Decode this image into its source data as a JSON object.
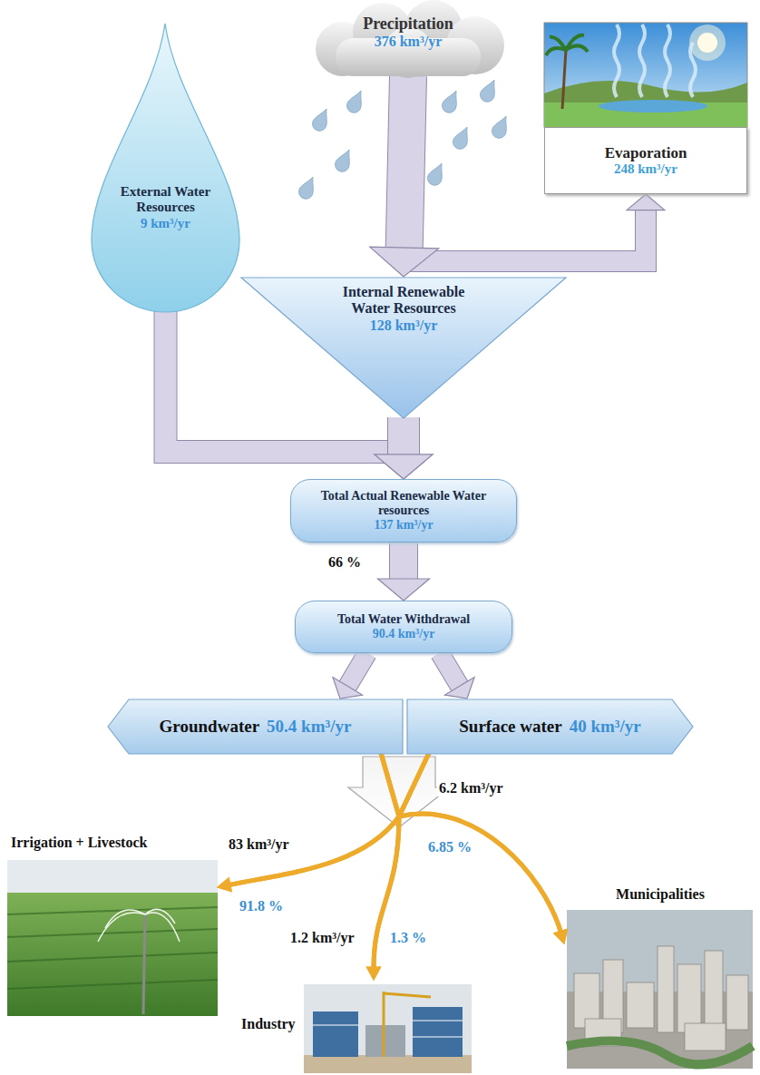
{
  "diagram": {
    "nodes": [
      {
        "text": [
          "External Water Resources",
          "9 km³/yr"
        ]
      },
      {
        "text": [
          "Precipitation",
          "376 km³/yr"
        ]
      },
      {
        "text": [
          "Evaporation",
          "248 km³/yr"
        ]
      },
      {
        "text": [
          "Internal Renewable Water Resources",
          "128 km³/yr"
        ]
      },
      {
        "text": [
          "Total Actual Renewable Water resources",
          "137 km³/yr"
        ]
      },
      {
        "text": [
          "Total Water Withdrawal",
          "90.4 km³/yr"
        ]
      },
      {
        "text": [
          "Groundwater",
          "50.4 km³/yr"
        ]
      },
      {
        "text": [
          "Surface water",
          "40 km³/yr"
        ]
      },
      {
        "text": [
          "Irrigation + Livestock"
        ]
      },
      {
        "text": [
          "Industry"
        ]
      },
      {
        "text": [
          "Municipalities"
        ]
      }
    ],
    "edges": [
      {
        "from": 1,
        "to": 3,
        "arrow": "to"
      },
      {
        "from": 1,
        "to": 2,
        "arrow": "to"
      },
      {
        "from": 0,
        "to": 4,
        "arrow": "to"
      },
      {
        "from": 3,
        "to": 4,
        "arrow": "to"
      },
      {
        "from": 4,
        "to": 5,
        "label": "66 %",
        "arrow": "to"
      },
      {
        "from": 5,
        "to": 6,
        "arrow": "to"
      },
      {
        "from": 5,
        "to": 7,
        "arrow": "to"
      },
      {
        "from": 6,
        "to": 8,
        "arrow": "to"
      },
      {
        "from": 7,
        "to": 8,
        "arrow": "to"
      },
      {
        "from": 6,
        "to": 9,
        "arrow": "to"
      },
      {
        "from": 7,
        "to": 9,
        "arrow": "to"
      },
      {
        "from": 6,
        "to": 10,
        "arrow": "to"
      },
      {
        "from": 7,
        "to": 10,
        "arrow": "to"
      }
    ],
    "labels": [
      "83 km³/yr",
      "91.8 %",
      "1.2 km³/yr",
      "1.3 %",
      "6.2 km³/yr",
      "6.85 %"
    ]
  }
}
